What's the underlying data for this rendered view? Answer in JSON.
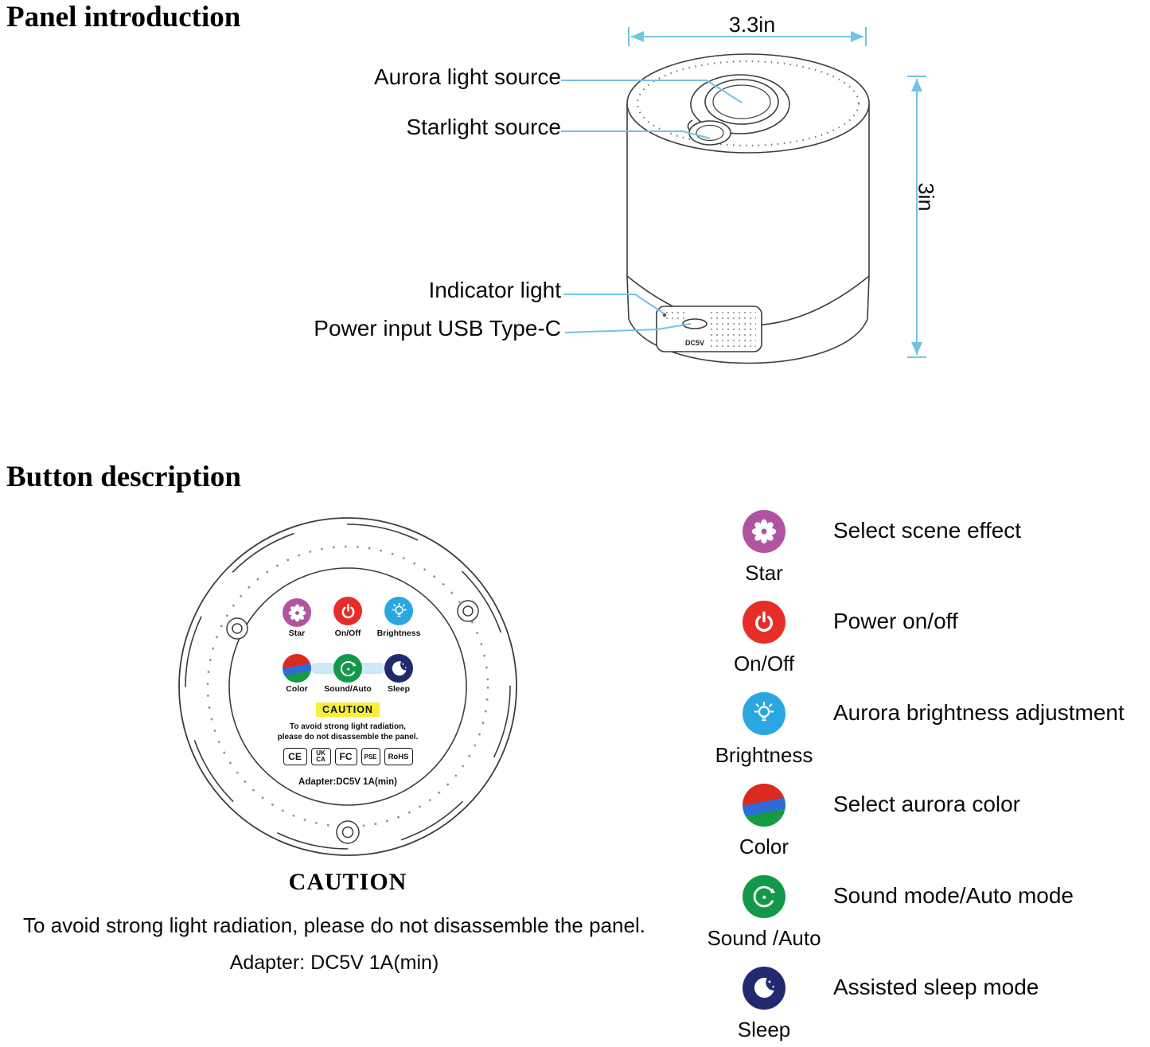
{
  "panel_intro": {
    "heading": "Panel introduction",
    "labels": [
      "Aurora light source",
      "Starlight source",
      "Indicator light",
      "Power input USB Type-C"
    ],
    "dim_width": "3.3in",
    "dim_height": "3in",
    "port_label": "DC5V"
  },
  "button_desc": {
    "heading": "Button description",
    "panel": {
      "buttons": [
        "Star",
        "On/Off",
        "Brightness",
        "Color",
        "Sound/Auto",
        "Sleep"
      ],
      "caution_tag": "CAUTION",
      "caution_line1": "To avoid strong light radiation,",
      "caution_line2": "please do not disassemble the panel.",
      "certs": [
        "CE",
        "UK CA",
        "FC",
        "PSE",
        "RoHS"
      ],
      "adapter": "Adapter:DC5V 1A(min)"
    },
    "caution_heading": "CAUTION",
    "caution_text": "To avoid strong light radiation, please do not disassemble the panel.",
    "adapter_text": "Adapter: DC5V 1A(min)",
    "legend": [
      {
        "label": "Star",
        "desc": "Select scene effect"
      },
      {
        "label": "On/Off",
        "desc": "Power on/off"
      },
      {
        "label": "Brightness",
        "desc": "Aurora brightness adjustment"
      },
      {
        "label": "Color",
        "desc": "Select aurora color"
      },
      {
        "label": "Sound /Auto",
        "desc": "Sound mode/Auto mode"
      },
      {
        "label": "Sleep",
        "desc": "Assisted sleep mode"
      }
    ],
    "colors": {
      "star": "#b054a0",
      "power": "#e62e28",
      "brightness": "#2aa7e0",
      "color_red": "#d92b20",
      "color_blue": "#2e6bd6",
      "color_green": "#169a43",
      "sound": "#13984a",
      "sleep": "#212a6e",
      "annotation": "#73c3e4",
      "caution_highlight": "#f8ee3c"
    }
  }
}
